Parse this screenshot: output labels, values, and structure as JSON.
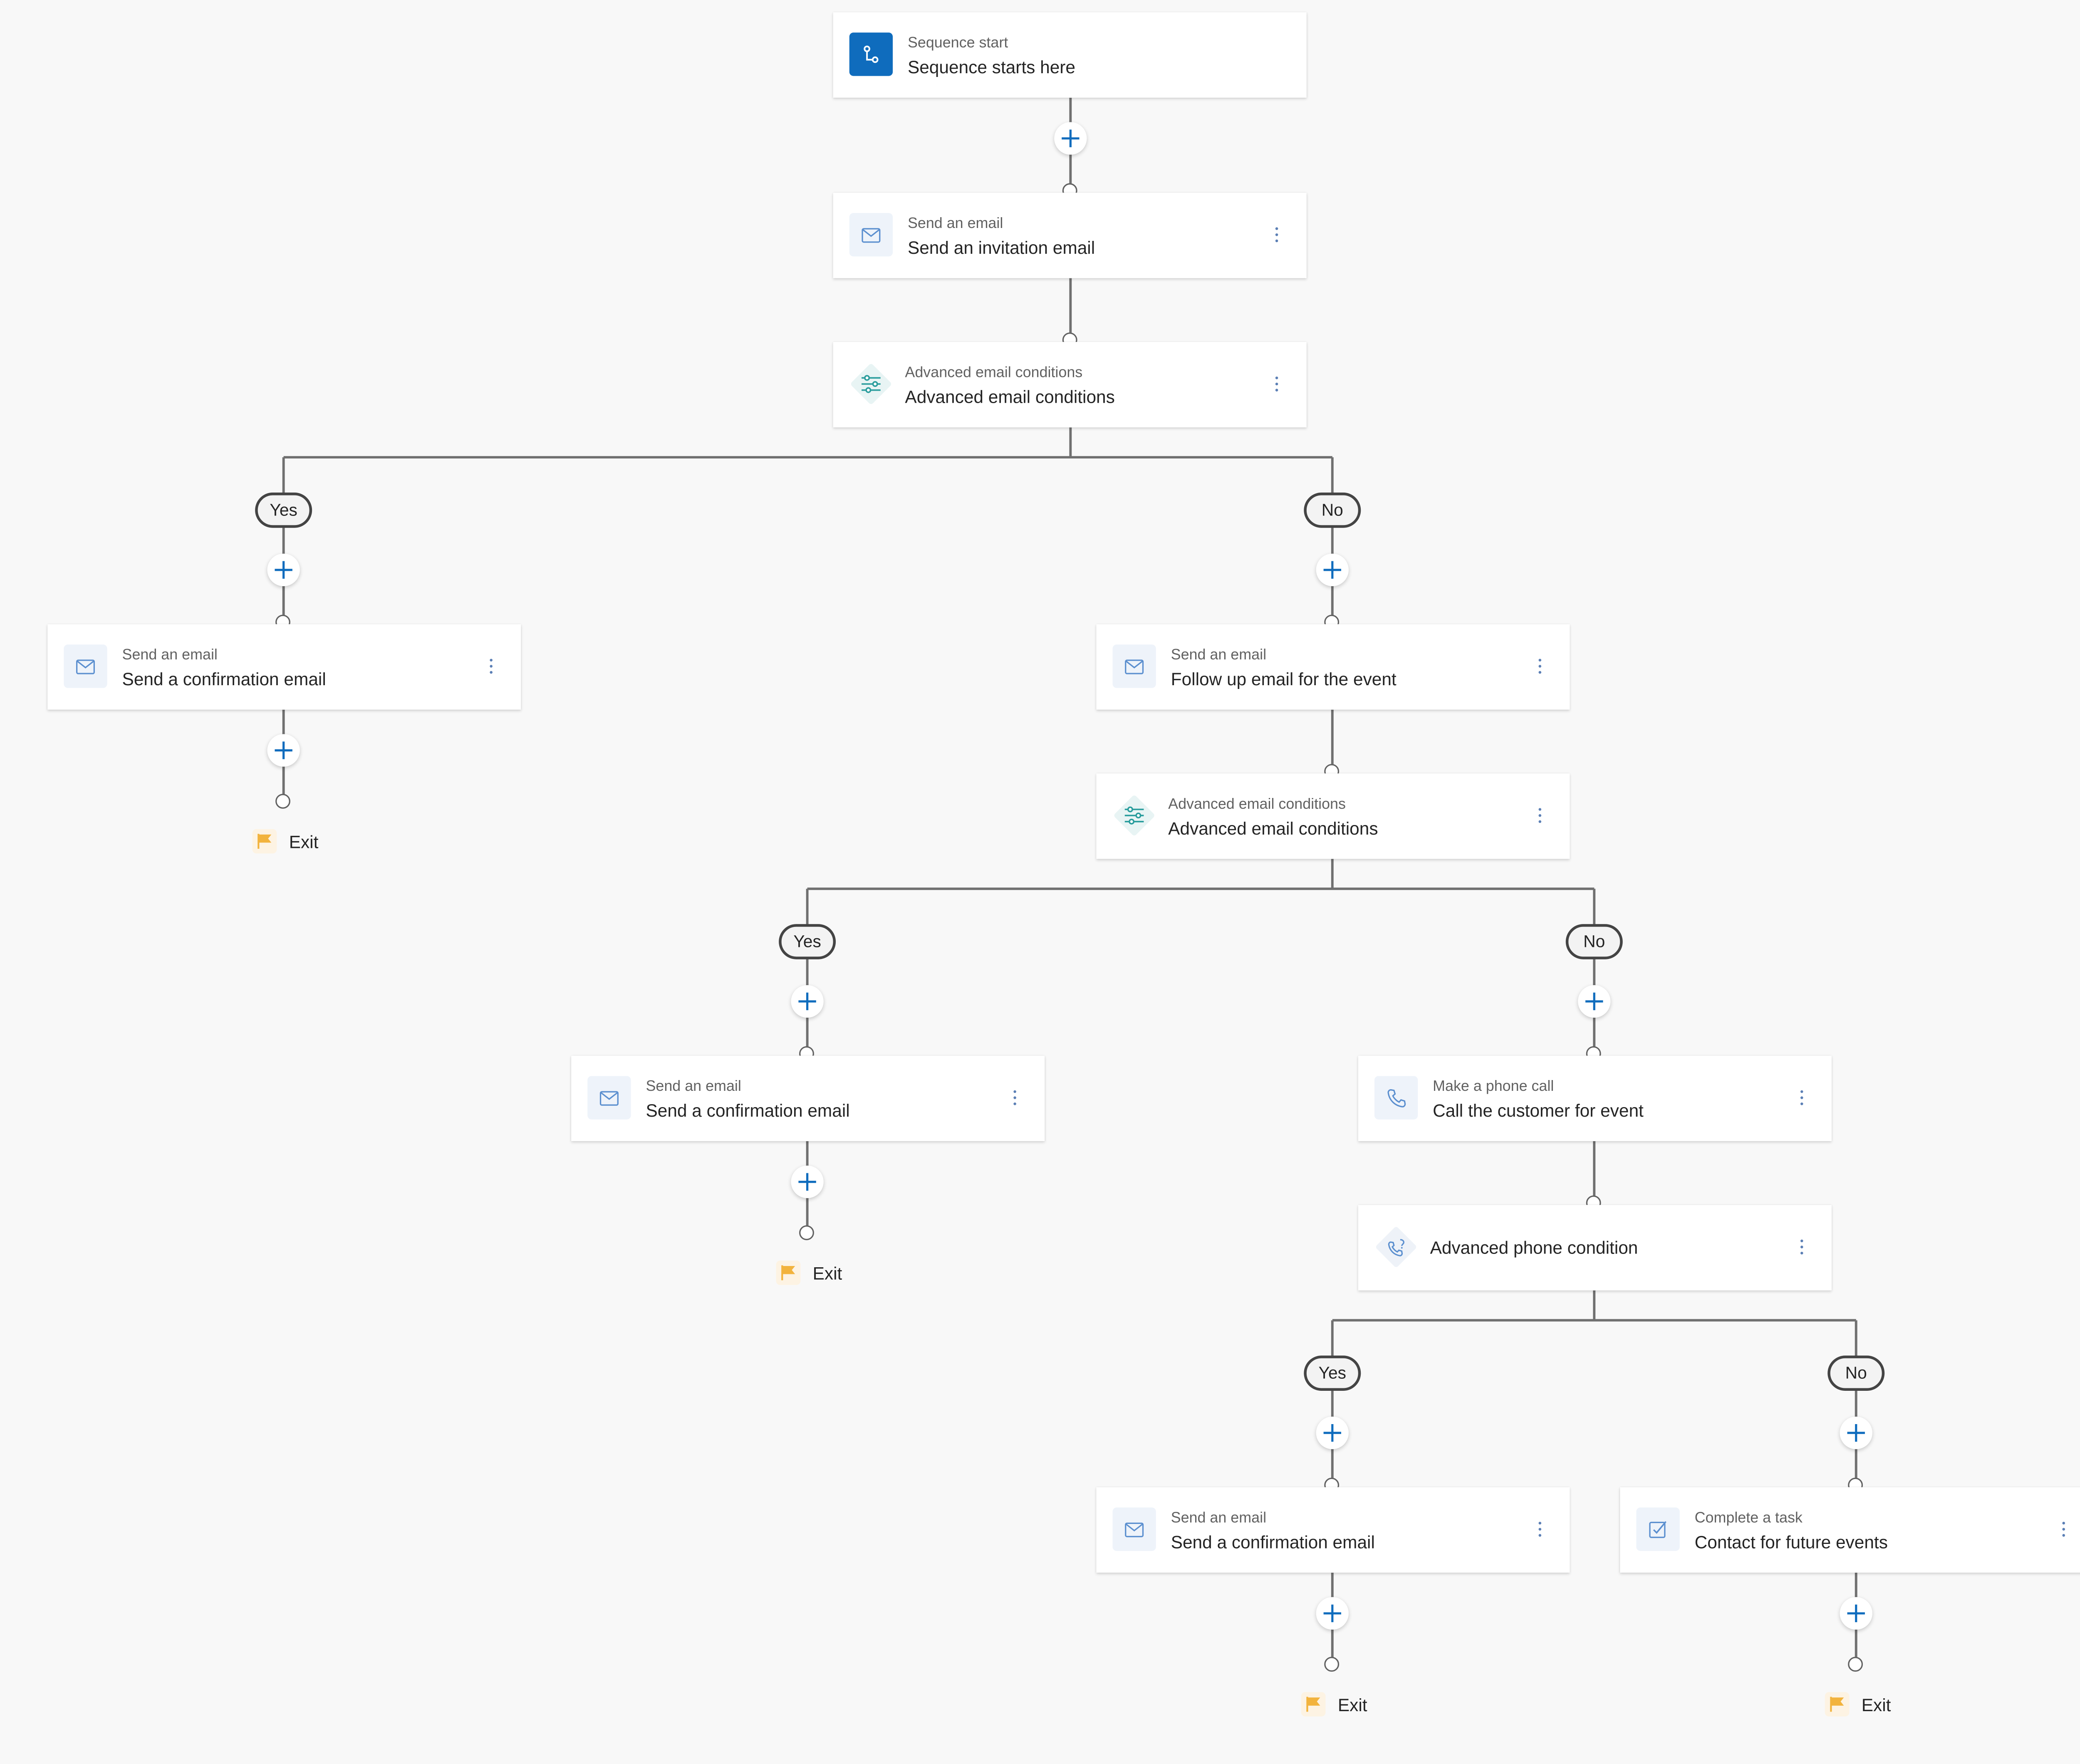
{
  "nodes": [
    {
      "id": "start",
      "kind": "start",
      "subtitle": "Sequence start",
      "title": "Sequence starts here"
    },
    {
      "id": "email1",
      "kind": "email",
      "subtitle": "Send an email",
      "title": "Send an invitation email"
    },
    {
      "id": "cond1",
      "kind": "email-condition",
      "subtitle": "Advanced email conditions",
      "title": "Advanced email conditions"
    },
    {
      "id": "email-yes1",
      "kind": "email",
      "subtitle": "Send an email",
      "title": "Send a confirmation email"
    },
    {
      "id": "email-no1",
      "kind": "email",
      "subtitle": "Send an email",
      "title": "Follow up email for the event"
    },
    {
      "id": "cond2",
      "kind": "email-condition",
      "subtitle": "Advanced email conditions",
      "title": "Advanced email conditions"
    },
    {
      "id": "email-yes2",
      "kind": "email",
      "subtitle": "Send an email",
      "title": "Send a confirmation email"
    },
    {
      "id": "call",
      "kind": "phone",
      "subtitle": "Make a phone call",
      "title": "Call the customer for event"
    },
    {
      "id": "phonecond",
      "kind": "phone-condition",
      "subtitle": "",
      "title": "Advanced phone condition"
    },
    {
      "id": "email-yes3",
      "kind": "email",
      "subtitle": "Send an email",
      "title": "Send a confirmation email"
    },
    {
      "id": "task",
      "kind": "task",
      "subtitle": "Complete a task",
      "title": "Contact for future events"
    }
  ],
  "branches": [
    {
      "id": "b1-yes",
      "label": "Yes"
    },
    {
      "id": "b1-no",
      "label": "No"
    },
    {
      "id": "b2-yes",
      "label": "Yes"
    },
    {
      "id": "b2-no",
      "label": "No"
    },
    {
      "id": "b3-yes",
      "label": "Yes"
    },
    {
      "id": "b3-no",
      "label": "No"
    }
  ],
  "exits": [
    {
      "id": "exit1",
      "label": "Exit"
    },
    {
      "id": "exit2",
      "label": "Exit"
    },
    {
      "id": "exit3",
      "label": "Exit"
    },
    {
      "id": "exit4",
      "label": "Exit"
    }
  ],
  "colors": {
    "accent": "#0f6cbd",
    "connector": "#707070",
    "flag": "#f2b33d",
    "condition_icon": "#2a9d9d"
  },
  "icons": {
    "start": "flow-icon",
    "email": "mail-icon",
    "email-condition": "sliders-icon",
    "phone": "phone-icon",
    "phone-condition": "phone-question-icon",
    "task": "checkbox-icon",
    "add": "plus-icon",
    "more": "more-vertical-icon",
    "exit": "flag-icon"
  }
}
